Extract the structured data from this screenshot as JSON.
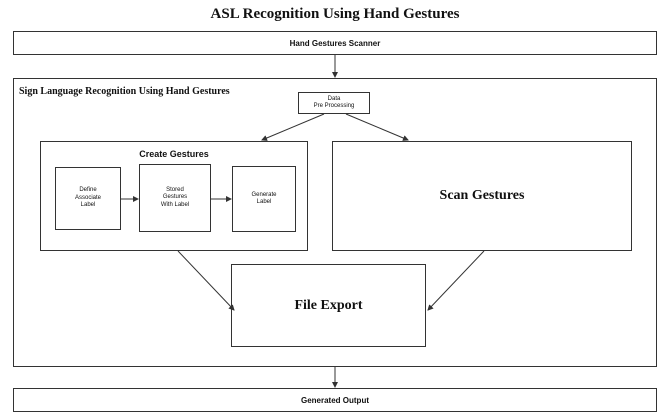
{
  "title": "ASL Recognition Using Hand Gestures",
  "scanner_bar": "Hand Gestures Scanner",
  "main_panel_label": "Sign Language Recognition Using Hand Gestures",
  "data_preprocessing": "Data\nPre Processing",
  "create_gestures": {
    "title": "Create Gestures",
    "define_label": "Define\nAssociate\nLabel",
    "stored_gestures": "Stored\nGestures\nWith Label",
    "generate_label": "Generate\nLabel"
  },
  "scan_gestures": "Scan Gestures",
  "file_export": "File Export",
  "generated_output": "Generated Output"
}
